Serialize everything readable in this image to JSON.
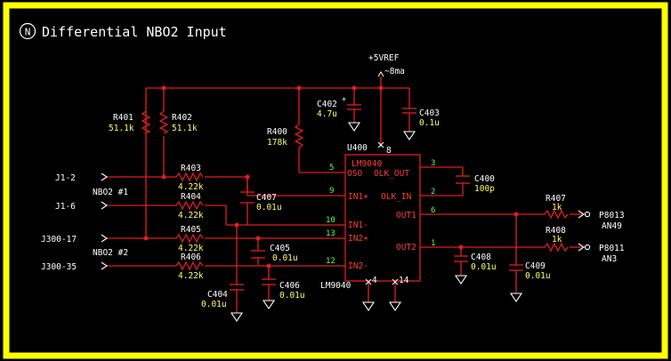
{
  "title": "Differential NBO2 Input",
  "logo_letter": "N",
  "colors": {
    "frame": "#ffff00",
    "wire": "#e01e1e",
    "text": "#ffffff",
    "value": "#ffff66",
    "chip": "#ff3b3b",
    "pin": "#5cff5c"
  },
  "supply": {
    "label": "+5VREF",
    "current": "~8ma"
  },
  "resistors": [
    {
      "ref": "R401",
      "value": "51.1k"
    },
    {
      "ref": "R402",
      "value": "51.1k"
    },
    {
      "ref": "R400",
      "value": "178k"
    },
    {
      "ref": "R403",
      "value": "4.22k"
    },
    {
      "ref": "R404",
      "value": "4.22k"
    },
    {
      "ref": "R405",
      "value": "4.22k"
    },
    {
      "ref": "R406",
      "value": "4.22k"
    },
    {
      "ref": "R407",
      "value": "1k"
    },
    {
      "ref": "R408",
      "value": "1k"
    }
  ],
  "capacitors": [
    {
      "ref": "C402",
      "value": "4.7u"
    },
    {
      "ref": "C403",
      "value": "0.1u"
    },
    {
      "ref": "C400",
      "value": "100p"
    },
    {
      "ref": "C407",
      "value": "0.01u"
    },
    {
      "ref": "C405",
      "value": "0.01u"
    },
    {
      "ref": "C406",
      "value": "0.01u"
    },
    {
      "ref": "C404",
      "value": "0.01u"
    },
    {
      "ref": "C408",
      "value": "0.01u"
    },
    {
      "ref": "C409",
      "value": "0.01u"
    }
  ],
  "chip": {
    "ref": "U400",
    "part": "LM9040",
    "bottom_label": "LM9040",
    "pins": {
      "osc": "OSO",
      "clk_out": "OLK_OUT",
      "in1p": "IN1+",
      "clk_in": "OLK_IN",
      "in1m": "IN1-",
      "in2p": "IN2+",
      "in2m": "IN2-",
      "out1": "OUT1",
      "out2": "OUT2"
    },
    "pin_numbers": {
      "osc": "5",
      "in1p": "9",
      "in1m": "10",
      "in2p": "13",
      "in2m": "12",
      "clk_out": "3",
      "clk_in": "2",
      "out1": "6",
      "out2": "1",
      "vcc": "8",
      "gnd1": "4",
      "gnd2": "14"
    }
  },
  "inputs": [
    "J1-2",
    "J1-6",
    "J300-17",
    "J300-35"
  ],
  "sensor_labels": [
    "NBO2 #1",
    "NBO2 #2"
  ],
  "outputs": [
    {
      "net": "P8013",
      "signal": "AN49"
    },
    {
      "net": "P8011",
      "signal": "AN3"
    }
  ]
}
